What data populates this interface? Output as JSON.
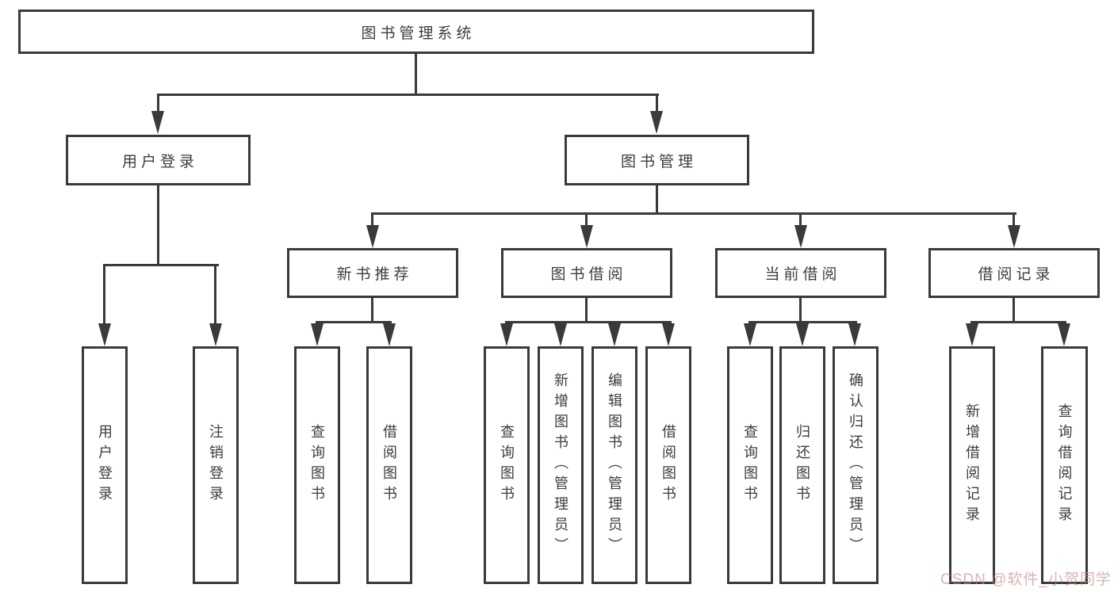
{
  "diagram_title": "图书管理系统",
  "tree": {
    "label": "图书管理系统",
    "children": [
      {
        "label": "用户登录",
        "children": [
          {
            "label": "用户登录"
          },
          {
            "label": "注销登录"
          }
        ]
      },
      {
        "label": "图书管理",
        "children": [
          {
            "label": "新书推荐",
            "children": [
              {
                "label": "查询图书"
              },
              {
                "label": "借阅图书"
              }
            ]
          },
          {
            "label": "图书借阅",
            "children": [
              {
                "label": "查询图书"
              },
              {
                "label": "新增图书（管理员）"
              },
              {
                "label": "编辑图书（管理员）"
              },
              {
                "label": "借阅图书"
              }
            ]
          },
          {
            "label": "当前借阅",
            "children": [
              {
                "label": "查询图书"
              },
              {
                "label": "归还图书"
              },
              {
                "label": "确认归还（管理员）"
              }
            ]
          },
          {
            "label": "借阅记录",
            "children": [
              {
                "label": "新增借阅记录"
              },
              {
                "label": "查询借阅记录"
              }
            ]
          }
        ]
      }
    ]
  },
  "watermark": "CSDN @软件_小贺同学",
  "colors": {
    "line": "#3a3a3a",
    "text": "#3c3c3c",
    "background": "#ffffff",
    "watermark": "#c78888"
  }
}
